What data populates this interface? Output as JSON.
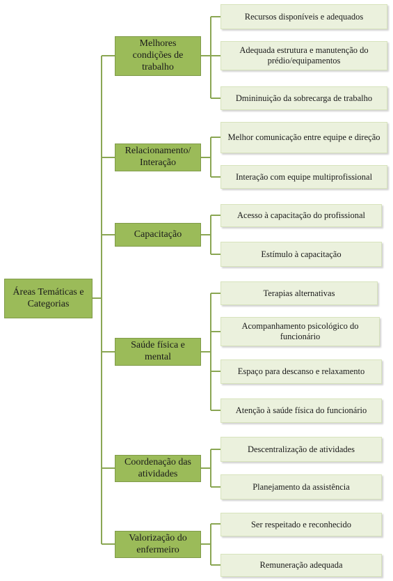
{
  "diagram": {
    "root": "Áreas Temáticas  e Categorias",
    "categories": [
      {
        "label": "Melhores condições de trabalho",
        "items": [
          "Recursos disponíveis e adequados",
          "Adequada estrutura e manutenção do prédio/equipamentos",
          "Dmininuição  da sobrecarga  de trabalho"
        ]
      },
      {
        "label": "Relacionamento/ Interação",
        "items": [
          "Melhor comunicação  entre equipe e direção",
          "Interação com equipe multiprofissional"
        ]
      },
      {
        "label": "Capacitação",
        "items": [
          "Acesso à capacitação do profissional",
          "Estímulo à capacitação"
        ]
      },
      {
        "label": "Saúde física e mental",
        "items": [
          "Terapias alternativas",
          "Acompanhamento psicológico do funcionário",
          "Espaço para descanso  e relaxamento",
          "Atenção à saúde física do funcionário"
        ]
      },
      {
        "label": "Coordenação das atividades",
        "items": [
          "Descentralização de atividades",
          "Planejamento da assistência"
        ]
      },
      {
        "label": "Valorização  do enfermeiro",
        "items": [
          "Ser respeitado e reconhecido",
          "Remuneração  adequada"
        ]
      }
    ],
    "colors": {
      "category_fill": "#9bbb59",
      "leaf_fill": "#ebf1dd",
      "connector": "#8aa653"
    }
  }
}
